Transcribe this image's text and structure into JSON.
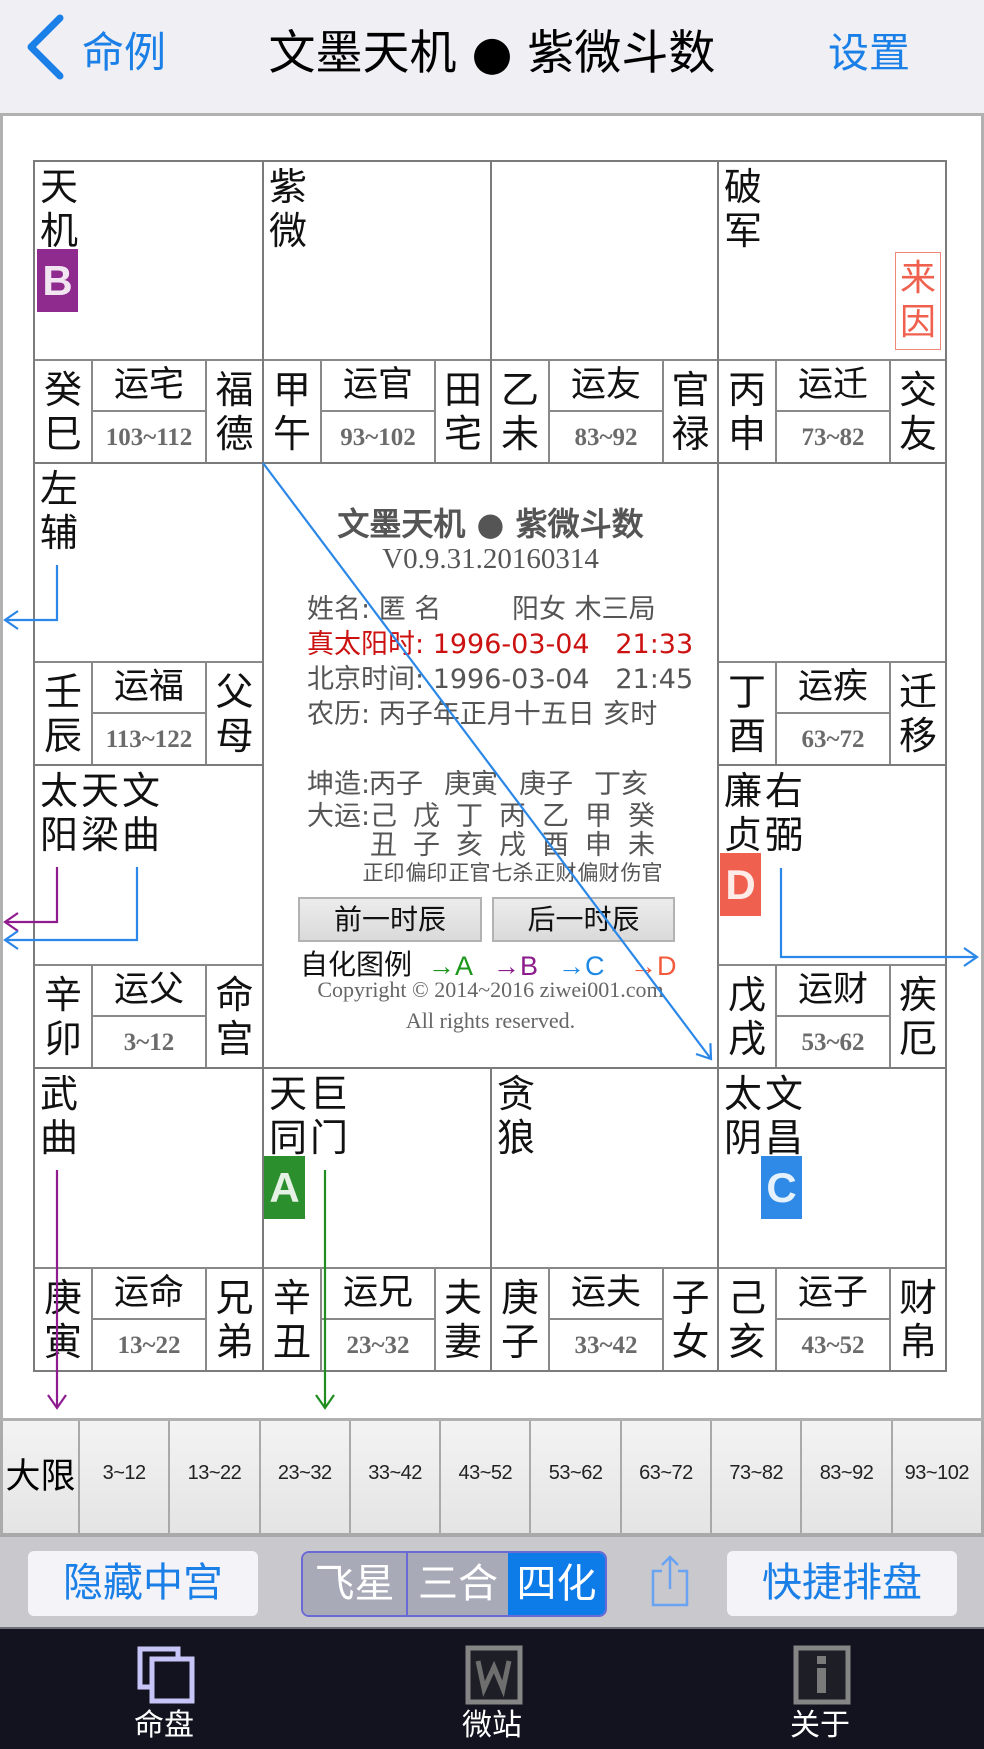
{
  "header": {
    "back_icon": "chevron-left-icon",
    "back_label": "命例",
    "title": "文墨天机 ● 紫微斗数",
    "settings_label": "设置"
  },
  "palaces": [
    {
      "ganzhi": "癸巳",
      "yun": "运宅",
      "range": "103~112",
      "name": "福德",
      "stars": [
        "天机"
      ],
      "sihua": {
        "star": "天机",
        "letter": "B"
      }
    },
    {
      "ganzhi": "甲午",
      "yun": "运官",
      "range": "93~102",
      "name": "田宅",
      "stars": [
        "紫微"
      ]
    },
    {
      "ganzhi": "乙未",
      "yun": "运友",
      "range": "83~92",
      "name": "官禄",
      "stars": []
    },
    {
      "ganzhi": "丙申",
      "yun": "运迁",
      "range": "73~82",
      "name": "交友",
      "stars": [
        "破军"
      ],
      "tag": "来因"
    },
    {
      "ganzhi": "壬辰",
      "yun": "运福",
      "range": "113~122",
      "name": "父母",
      "stars": [
        "左辅"
      ]
    },
    {
      "ganzhi": "丁酉",
      "yun": "运疾",
      "range": "63~72",
      "name": "迁移",
      "stars": []
    },
    {
      "ganzhi": "辛卯",
      "yun": "运父",
      "range": "3~12",
      "name": "命宫",
      "stars": [
        "太阳",
        "天梁",
        "文曲"
      ]
    },
    {
      "ganzhi": "戊戌",
      "yun": "运财",
      "range": "53~62",
      "name": "疾厄",
      "stars": [
        "廉贞",
        "右弼"
      ],
      "sihua": {
        "star": "廉贞",
        "letter": "D"
      }
    },
    {
      "ganzhi": "庚寅",
      "yun": "运命",
      "range": "13~22",
      "name": "兄弟",
      "stars": [
        "武曲"
      ]
    },
    {
      "ganzhi": "辛丑",
      "yun": "运兄",
      "range": "23~32",
      "name": "夫妻",
      "stars": [
        "天同",
        "巨门"
      ],
      "sihua": {
        "star": "天同",
        "letter": "A"
      }
    },
    {
      "ganzhi": "庚子",
      "yun": "运夫",
      "range": "33~42",
      "name": "子女",
      "stars": [
        "贪狼"
      ]
    },
    {
      "ganzhi": "己亥",
      "yun": "运子",
      "range": "43~52",
      "name": "财帛",
      "stars": [
        "太阴",
        "文昌"
      ],
      "sihua": {
        "star": "文昌",
        "letter": "C"
      }
    }
  ],
  "center": {
    "title": "文墨天机 ● 紫微斗数",
    "version": "V0.9.31.20160314",
    "name_label": "姓名:",
    "name_value": "匿 名",
    "gender_ju": "阳女 木三局",
    "true_solar_label": "真太阳时:",
    "true_solar_value": " 1996-03-04   21:33",
    "beijing_label": "北京时间:",
    "beijing_value": " 1996-03-04   21:45",
    "lunar_label": "农历:",
    "lunar_value": " 丙子年正月十五日 亥时",
    "bazi_label": "坤造:",
    "bazi": [
      "丙子",
      "庚寅",
      "庚子",
      "丁亥"
    ],
    "dayun_label": "大运:",
    "dayun_stems": [
      "己",
      "戊",
      "丁",
      "丙",
      "乙",
      "甲",
      "癸"
    ],
    "dayun_branches": [
      "丑",
      "子",
      "亥",
      "戌",
      "酉",
      "申",
      "未"
    ],
    "dayun_shishen": [
      "正印",
      "偏印",
      "正官",
      "七杀",
      "正财",
      "偏财",
      "伤官"
    ],
    "prev_button": "前一时辰",
    "next_button": "后一时辰",
    "legend_label": "自化图例",
    "legend": [
      {
        "label": "→A",
        "color": "#1a961a"
      },
      {
        "label": "→B",
        "color": "#8b1a8b"
      },
      {
        "label": "→C",
        "color": "#1e88e5"
      },
      {
        "label": "→D",
        "color": "#f25b3c"
      }
    ],
    "copyright": "Copyright © 2014~2016 ziwei001.com",
    "rights": "All rights reserved."
  },
  "sihua_arrows": [
    {
      "star": "左辅",
      "type": "C",
      "direction": "left"
    },
    {
      "star": "太阳",
      "type": "B",
      "direction": "left"
    },
    {
      "star": "文曲",
      "type": "C",
      "direction": "left"
    },
    {
      "star": "右弼",
      "type": "C",
      "direction": "right"
    },
    {
      "star": "武曲",
      "type": "B",
      "direction": "down"
    },
    {
      "star": "巨门",
      "type": "A",
      "direction": "down"
    },
    {
      "type": "C",
      "direction": "diagonal"
    }
  ],
  "daxian": {
    "label": "大限",
    "ranges": [
      "3~12",
      "13~22",
      "23~32",
      "33~42",
      "43~52",
      "53~62",
      "63~72",
      "73~82",
      "83~92",
      "93~102"
    ]
  },
  "toolbar": {
    "hide_center": "隐藏中宫",
    "segments": [
      {
        "label": "飞星",
        "selected": false
      },
      {
        "label": "三合",
        "selected": false
      },
      {
        "label": "四化",
        "selected": true
      }
    ],
    "share_icon": "share-icon",
    "quick_chart": "快捷排盘"
  },
  "tabbar": {
    "items": [
      {
        "label": "命盘",
        "icon": "chart-pages-icon",
        "selected": true
      },
      {
        "label": "微站",
        "icon": "weizhan-w-icon",
        "selected": false
      },
      {
        "label": "关于",
        "icon": "info-icon",
        "selected": false
      }
    ]
  },
  "colors": {
    "accent": "#1a7fe6",
    "sihua_A": "#2a8f2c",
    "sihua_B": "#8f2a8f",
    "sihua_C": "#2e8ae6",
    "sihua_D": "#f0604e",
    "true_solar_time": "#cc1111",
    "segment_selected": "#0d7be8",
    "tabbar_bg": "#13131f"
  }
}
